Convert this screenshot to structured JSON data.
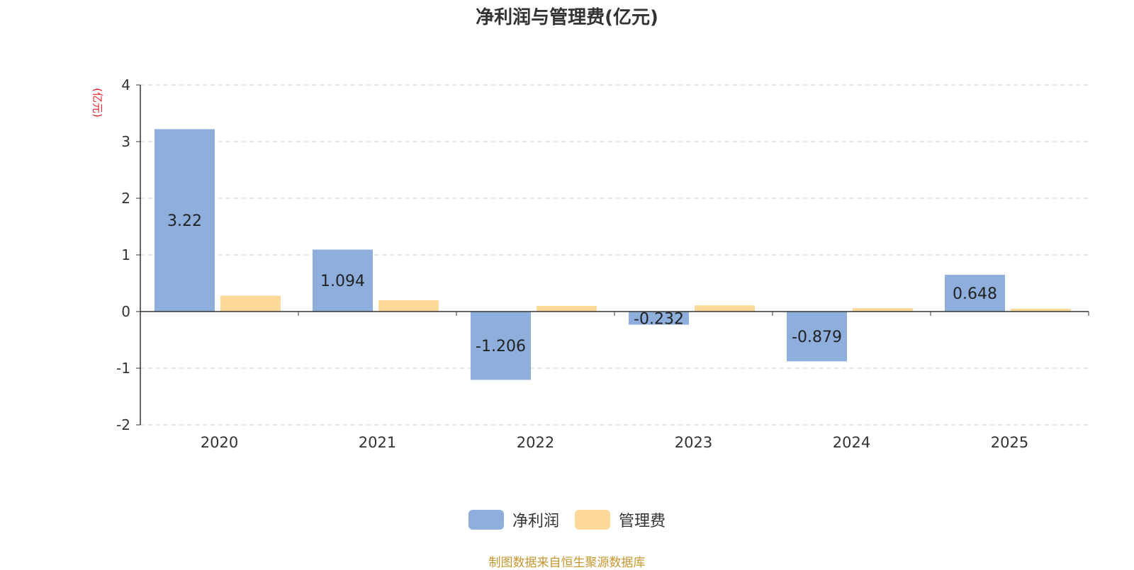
{
  "chart_data": {
    "type": "bar",
    "title": "净利润与管理费(亿元)",
    "ylabel": "(亿元)",
    "categories": [
      "2020",
      "2021",
      "2022",
      "2023",
      "2024",
      "2025"
    ],
    "series": [
      {
        "name": "净利润",
        "values": [
          3.22,
          1.094,
          -1.206,
          -0.232,
          -0.879,
          0.648
        ],
        "color": "#8eaedb",
        "show_labels": true
      },
      {
        "name": "管理费",
        "values": [
          0.28,
          0.2,
          0.1,
          0.11,
          0.06,
          0.05
        ],
        "color": "#fdd99a",
        "show_labels": false
      }
    ],
    "ylim": [
      -2,
      4
    ],
    "yticks": [
      4,
      3,
      2,
      1,
      0,
      -1,
      -2
    ],
    "grid": true,
    "legend": "bottom-center"
  },
  "source": "制图数据来自恒生聚源数据库"
}
